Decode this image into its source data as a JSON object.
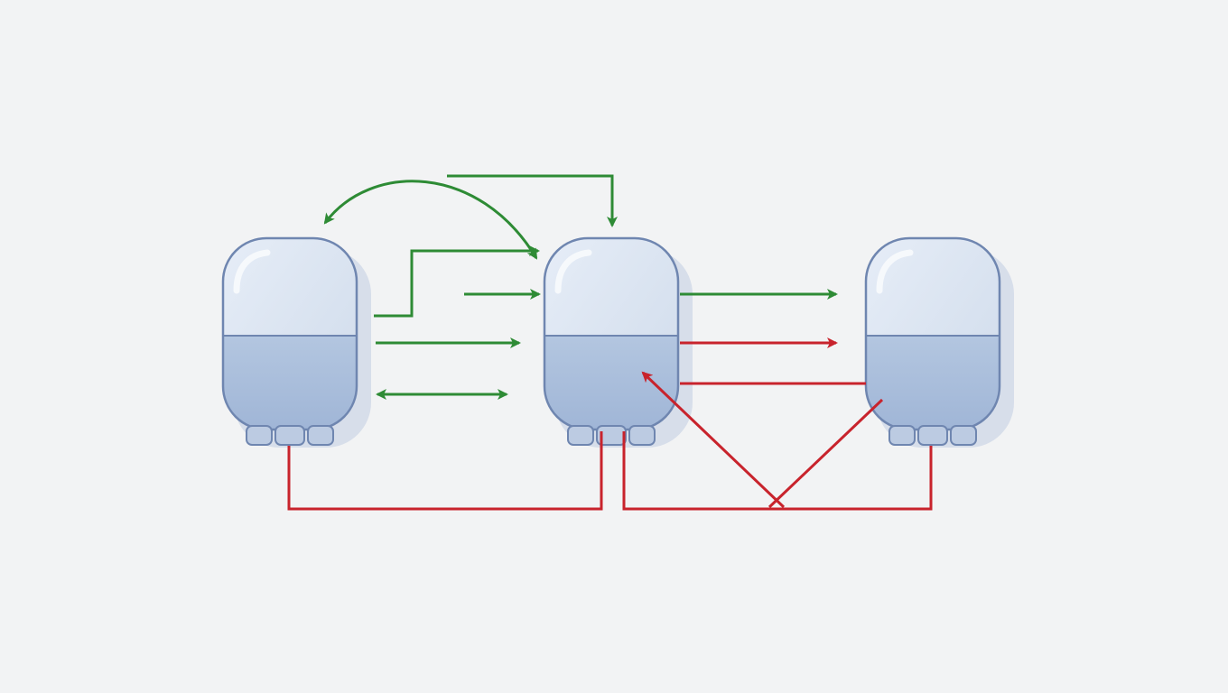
{
  "diagram": {
    "type": "flow-diagram",
    "title": "",
    "colors": {
      "background": "#f2f3f4",
      "tank_fill_top": "#dde6f3",
      "tank_fill_bottom": "#a9bedb",
      "tank_outline": "#6f86b0",
      "tank_shadow": "#d7deea",
      "forward_arrow": "#2e8b35",
      "return_line": "#c8232c"
    },
    "nodes": [
      {
        "id": "tank-left",
        "label": "",
        "icon": "tank-icon"
      },
      {
        "id": "tank-middle",
        "label": "",
        "icon": "tank-icon"
      },
      {
        "id": "tank-right",
        "label": "",
        "icon": "tank-icon"
      }
    ],
    "connections": [
      {
        "id": "green-curved-double",
        "from": "tank-left",
        "to": "tank-middle",
        "color": "green",
        "style": "curved",
        "direction": "both"
      },
      {
        "id": "green-overhead",
        "from": "tank-middle",
        "to": "tank-middle",
        "color": "green",
        "style": "elbow",
        "direction": "forward"
      },
      {
        "id": "green-elbow",
        "from": "tank-left",
        "to": "tank-middle",
        "color": "green",
        "style": "elbow",
        "direction": "forward"
      },
      {
        "id": "green-short",
        "from": "gap",
        "to": "tank-middle",
        "color": "green",
        "style": "straight",
        "direction": "forward"
      },
      {
        "id": "green-straight",
        "from": "tank-left",
        "to": "tank-middle",
        "color": "green",
        "style": "straight",
        "direction": "forward"
      },
      {
        "id": "green-bidirectional",
        "from": "tank-left",
        "to": "tank-middle",
        "color": "green",
        "style": "straight",
        "direction": "both"
      },
      {
        "id": "green-mid-right",
        "from": "tank-middle",
        "to": "tank-right",
        "color": "green",
        "style": "straight",
        "direction": "forward"
      },
      {
        "id": "red-mid-right",
        "from": "tank-middle",
        "to": "tank-right",
        "color": "red",
        "style": "straight",
        "direction": "forward"
      },
      {
        "id": "red-right-mid",
        "from": "tank-right",
        "to": "tank-middle",
        "color": "red",
        "style": "straight",
        "direction": "none"
      },
      {
        "id": "red-bottom-left",
        "from": "tank-left",
        "to": "tank-middle",
        "color": "red",
        "style": "elbow",
        "direction": "none"
      },
      {
        "id": "red-bottom-right",
        "from": "tank-middle",
        "to": "tank-right",
        "color": "red",
        "style": "elbow",
        "direction": "none"
      },
      {
        "id": "red-diagonal-in",
        "from": "bottom-line",
        "to": "tank-middle",
        "color": "red",
        "style": "diagonal",
        "direction": "forward"
      },
      {
        "id": "red-diagonal-out",
        "from": "bottom-line",
        "to": "tank-right",
        "color": "red",
        "style": "diagonal",
        "direction": "none"
      }
    ]
  }
}
